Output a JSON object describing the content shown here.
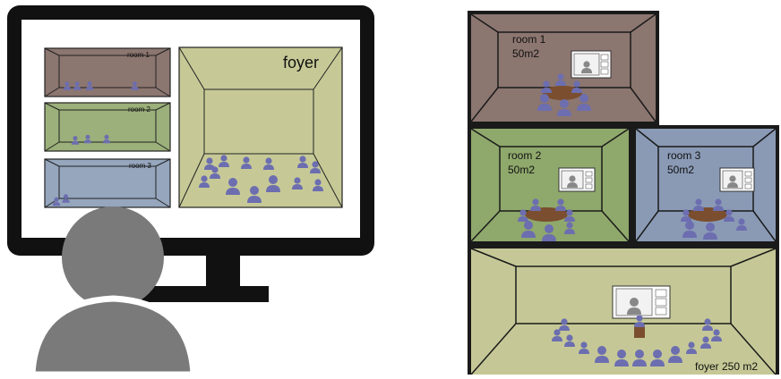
{
  "monitor": {
    "rooms": [
      {
        "label": "room 1",
        "fill": "#8c7670"
      },
      {
        "label": "room 2",
        "fill": "#9bb07a"
      },
      {
        "label": "room 3",
        "fill": "#95a6bd"
      }
    ],
    "foyer_label": "foyer",
    "foyer_fill": "#c6c996"
  },
  "floorplan": {
    "room1": {
      "label": "room 1",
      "area": "50m2",
      "fill": "#8c7670"
    },
    "room2": {
      "label": "room 2",
      "area": "50m2",
      "fill": "#8fa86c"
    },
    "room3": {
      "label": "room 3",
      "area": "50m2",
      "fill": "#8a9ab5"
    },
    "foyer": {
      "label": "foyer 250 m2",
      "fill": "#c5c896"
    }
  },
  "colors": {
    "person": "#6c6eb0",
    "table": "#7a4e2e",
    "user": "#7a7a7a",
    "outline": "#1a1a1a"
  }
}
